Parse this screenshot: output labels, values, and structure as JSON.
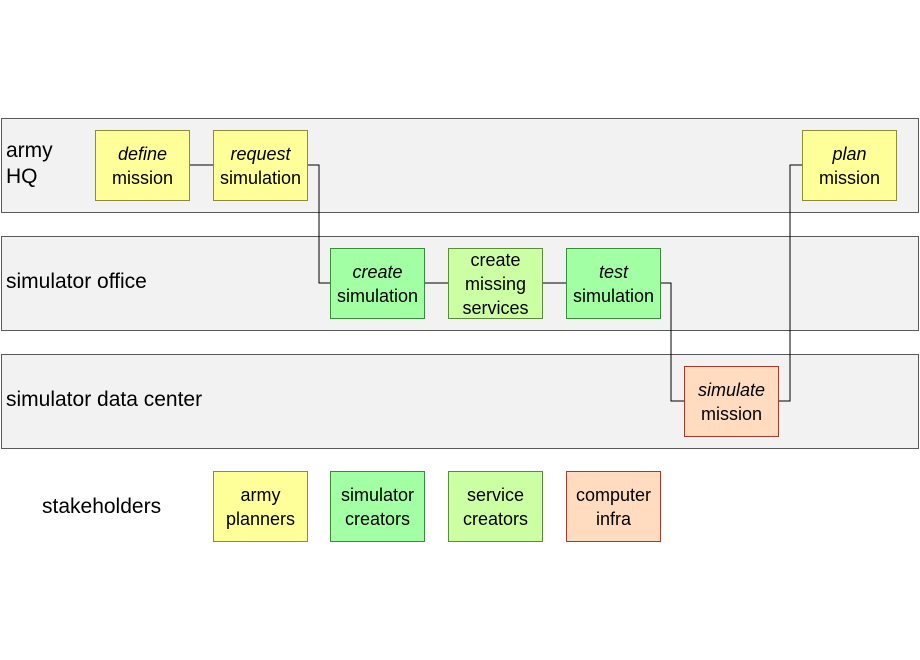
{
  "lanes": {
    "army_hq": "army\nHQ",
    "simulator_office": "simulator office",
    "data_center": "simulator data center"
  },
  "boxes": {
    "define_mission": {
      "verb": "define",
      "noun": "mission"
    },
    "request_simulation": {
      "verb": "request",
      "noun": "simulation"
    },
    "plan_mission": {
      "verb": "plan",
      "noun": "mission"
    },
    "create_simulation": {
      "verb": "create",
      "noun": "simulation"
    },
    "create_missing_services": {
      "line1": "create",
      "line2": "missing",
      "line3": "services"
    },
    "test_simulation": {
      "verb": "test",
      "noun": "simulation"
    },
    "simulate_mission": {
      "verb": "simulate",
      "noun": "mission"
    }
  },
  "stakeholders": {
    "label": "stakeholders",
    "items": [
      {
        "line1": "army",
        "line2": "planners"
      },
      {
        "line1": "simulator",
        "line2": "creators"
      },
      {
        "line1": "service",
        "line2": "creators"
      },
      {
        "line1": "computer",
        "line2": "infra"
      }
    ]
  },
  "colors": {
    "yellow": "#ffff99",
    "green": "#a3ffa3",
    "light_green": "#ccffa3",
    "orange": "#ffdcc0",
    "lane": "#f2f2f2"
  }
}
